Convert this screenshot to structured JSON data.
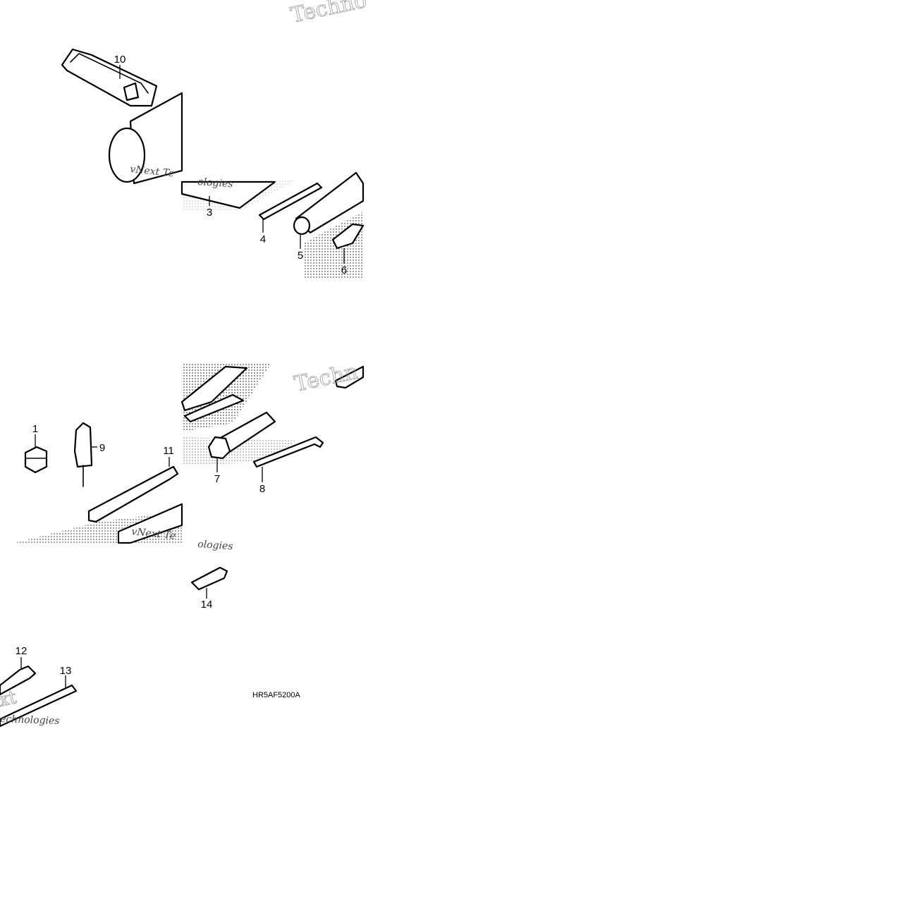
{
  "diagram": {
    "code": "HR5AF5200A",
    "parts": [
      {
        "id": "1",
        "label": "1"
      },
      {
        "id": "3",
        "label": "3"
      },
      {
        "id": "4",
        "label": "4"
      },
      {
        "id": "5",
        "label": "5"
      },
      {
        "id": "6",
        "label": "6"
      },
      {
        "id": "7",
        "label": "7"
      },
      {
        "id": "8",
        "label": "8"
      },
      {
        "id": "9",
        "label": "9"
      },
      {
        "id": "10",
        "label": "10"
      },
      {
        "id": "11",
        "label": "11"
      },
      {
        "id": "12",
        "label": "12"
      },
      {
        "id": "13",
        "label": "13"
      },
      {
        "id": "14",
        "label": "14"
      }
    ],
    "watermark": {
      "w1": "Techno",
      "w2": "vNext Te",
      "w3": "ologies",
      "w4": "Techn",
      "w5": "vNext Te",
      "w6": "ologies",
      "w7": "xt",
      "w8": "echnologies"
    }
  }
}
